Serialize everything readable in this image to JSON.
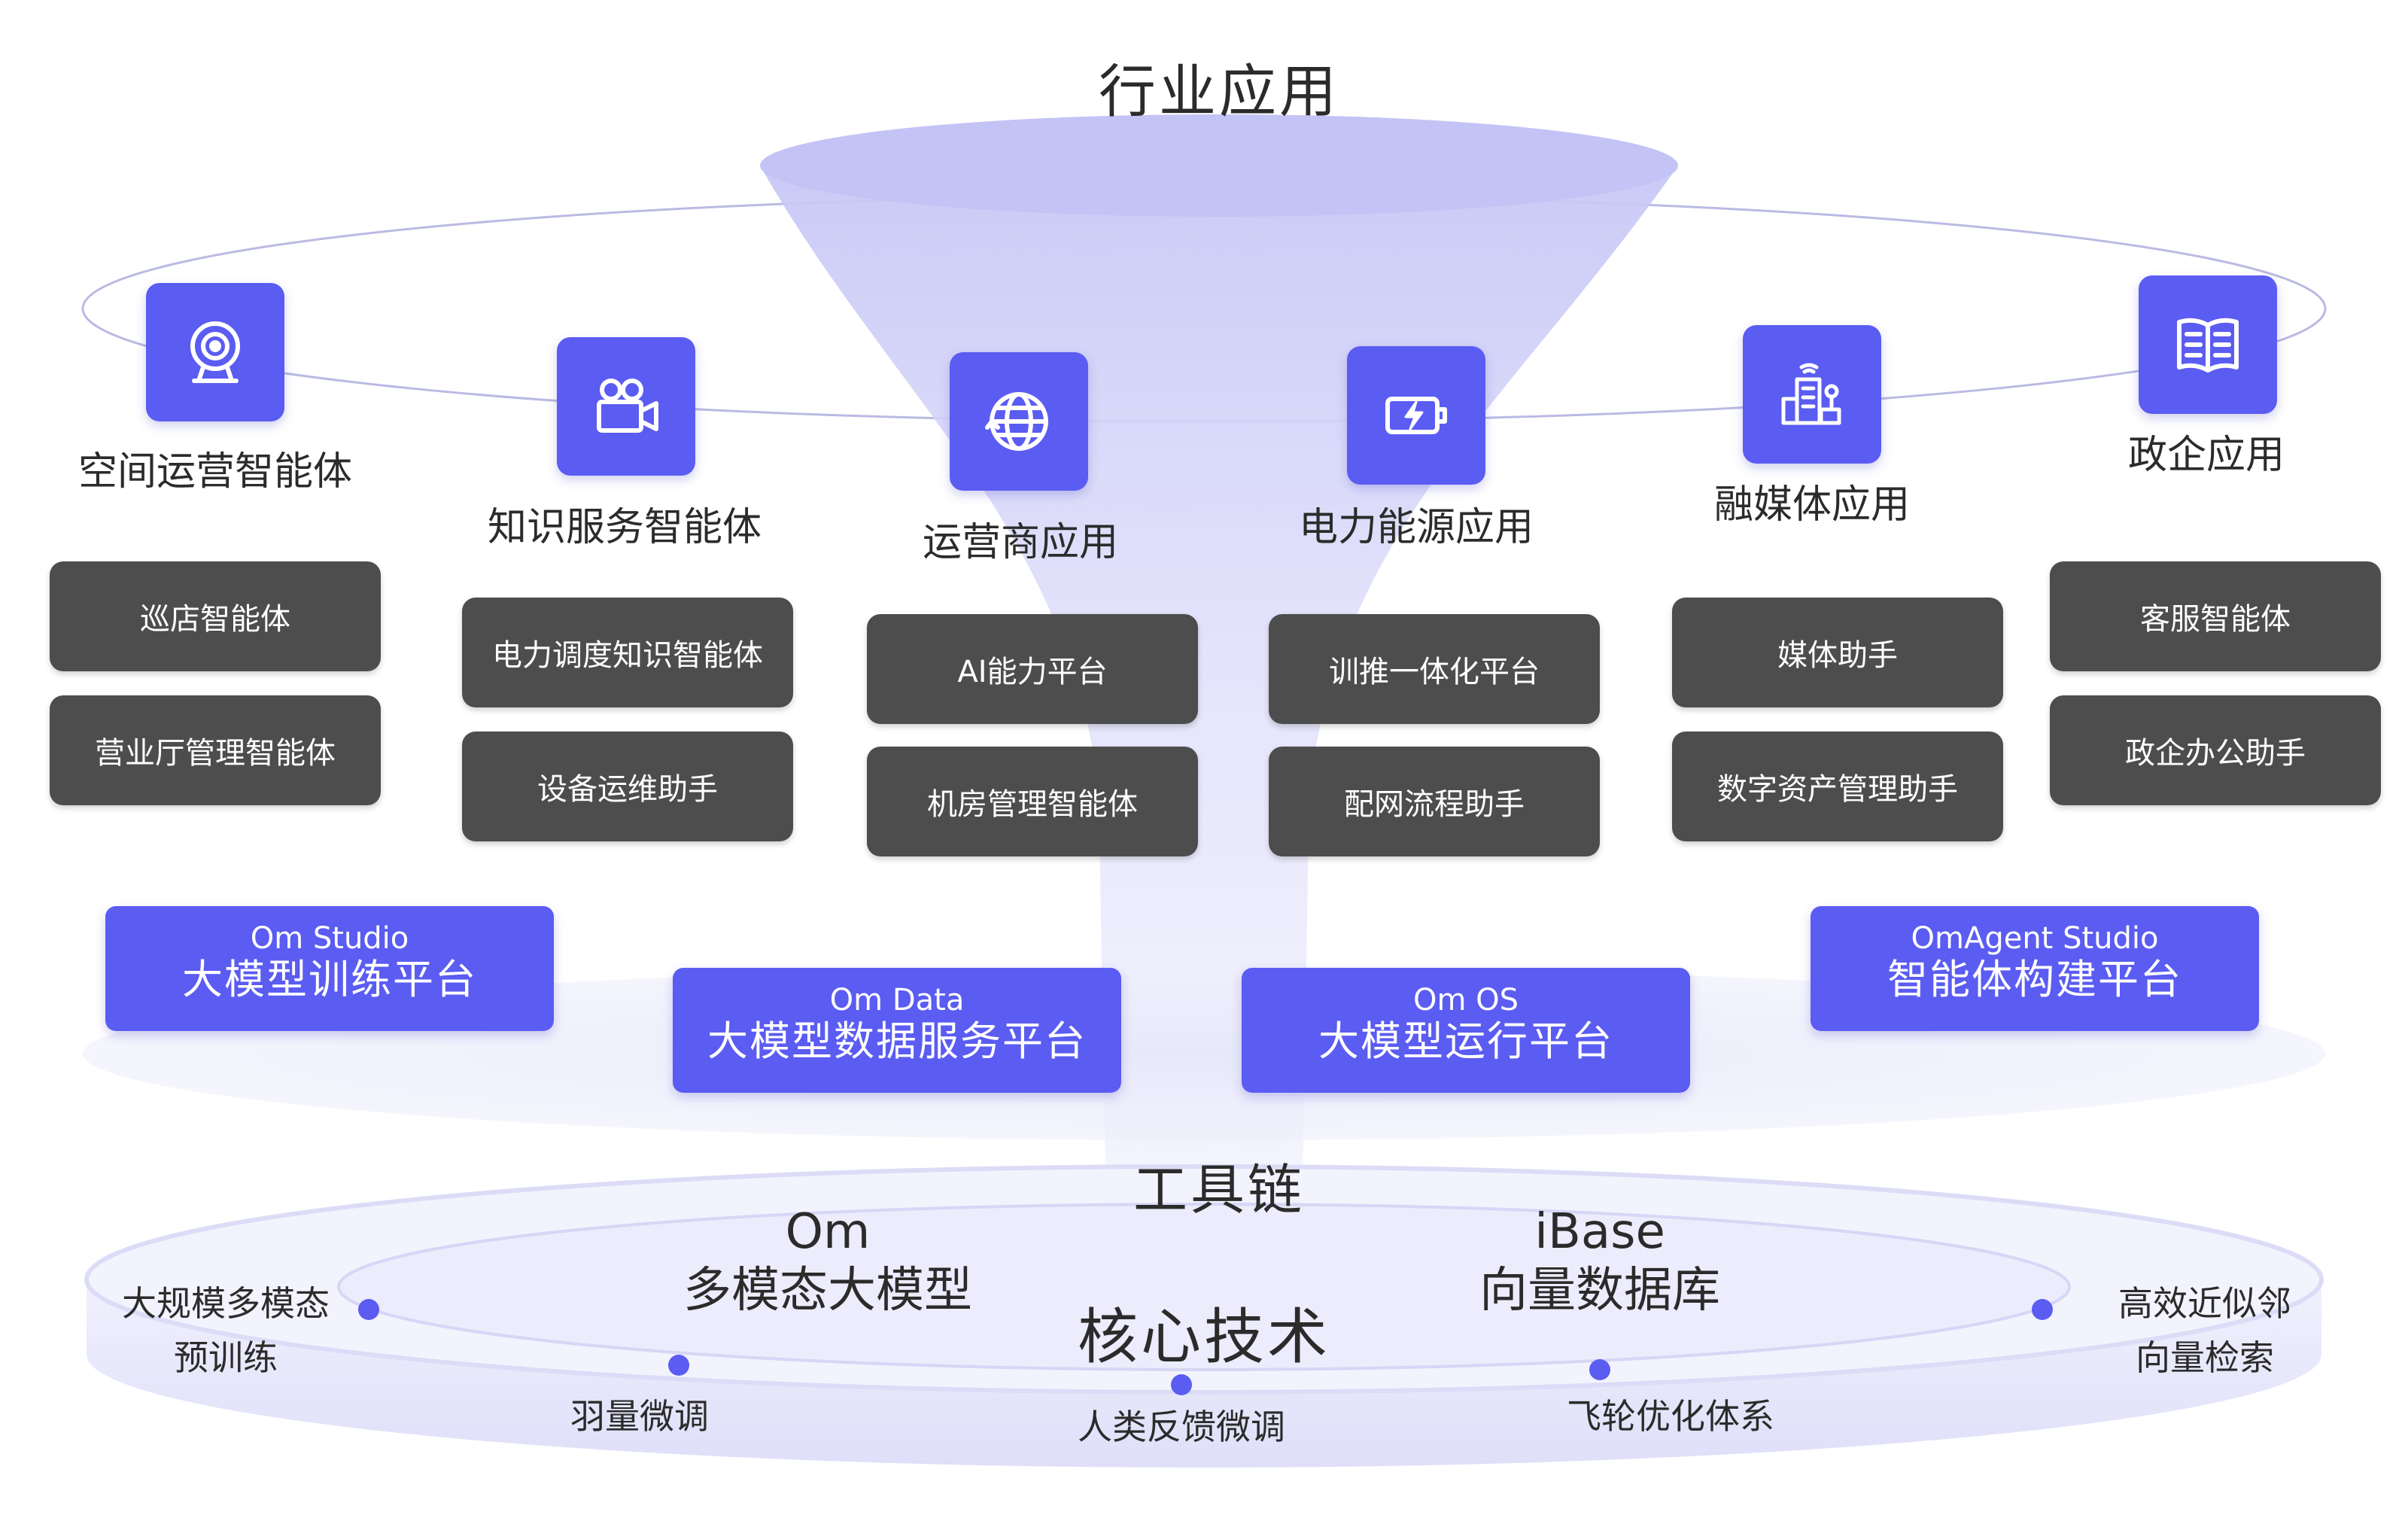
{
  "title": "行业应用",
  "categories": [
    {
      "label": "空间运营智能体",
      "icon": "webcam-icon",
      "items": [
        "巡店智能体",
        "营业厅管理智能体"
      ]
    },
    {
      "label": "知识服务智能体",
      "icon": "video-camera-icon",
      "items": [
        "电力调度知识智能体",
        "设备运维助手"
      ]
    },
    {
      "label": "运营商应用",
      "icon": "globe-refresh-icon",
      "items": [
        "AI能力平台",
        "机房管理智能体"
      ]
    },
    {
      "label": "电力能源应用",
      "icon": "battery-bolt-icon",
      "items": [
        "训推一体化平台",
        "配网流程助手"
      ]
    },
    {
      "label": "融媒体应用",
      "icon": "smart-city-icon",
      "items": [
        "媒体助手",
        "数字资产管理助手"
      ]
    },
    {
      "label": "政企应用",
      "icon": "book-icon",
      "items": [
        "客服智能体",
        "政企办公助手"
      ]
    }
  ],
  "toolchain": {
    "title": "工具链",
    "tools": [
      {
        "sub": "Om Studio",
        "main": "大模型训练平台"
      },
      {
        "sub": "Om Data",
        "main": "大模型数据服务平台"
      },
      {
        "sub": "Om OS",
        "main": "大模型运行平台"
      },
      {
        "sub": "OmAgent Studio",
        "main": "智能体构建平台"
      }
    ]
  },
  "core": {
    "title": "核心技术",
    "left_heading": [
      "Om",
      "多模态大模型"
    ],
    "right_heading": [
      "iBase",
      "向量数据库"
    ],
    "items": [
      {
        "lines": [
          "大规模多模态",
          "预训练"
        ]
      },
      {
        "lines": [
          "羽量微调"
        ]
      },
      {
        "lines": [
          "人类反馈微调"
        ]
      },
      {
        "lines": [
          "飞轮优化体系"
        ]
      },
      {
        "lines": [
          "高效近似邻",
          "向量检索"
        ]
      }
    ]
  },
  "colors": {
    "accent": "#5b5cf2",
    "dark_button": "#4d4d4d",
    "funnel": "#c9c9f7"
  }
}
